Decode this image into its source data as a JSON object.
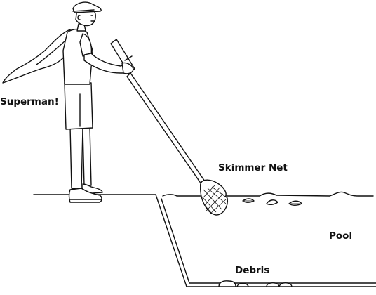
{
  "labels": {
    "person": "Superman!",
    "net": "Skimmer Net",
    "water": "Pool",
    "debris": "Debris"
  },
  "icons": {
    "figure": "person-with-cape-icon",
    "tool": "skimmer-net-icon"
  },
  "colors": {
    "ink": "#111111",
    "background": "#ffffff"
  }
}
